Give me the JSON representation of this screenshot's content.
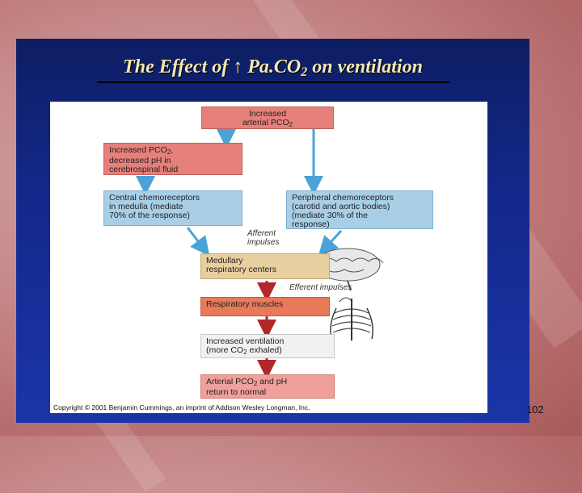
{
  "slide": {
    "title": {
      "prefix": "The Effect of ↑ Pa.CO",
      "subscript": "2",
      "suffix": " on ventilation"
    },
    "page_number": "102"
  },
  "diagram": {
    "boxes": {
      "increased_pco2": {
        "line1": "Increased",
        "line2": "arterial PCO",
        "sub": "2"
      },
      "csf": {
        "line1": "Increased PCO",
        "sub": "2",
        "line1b": ",",
        "line2": "decreased pH in",
        "line3": "cerebrospinal fluid"
      },
      "central": {
        "line1": "Central chemoreceptors",
        "line2": "in medulla (mediate",
        "line3": "70% of the response)"
      },
      "peripheral": {
        "line1": "Peripheral chemoreceptors",
        "line2": "(carotid and aortic bodies)",
        "line3": "(mediate 30% of the",
        "line4": "response)"
      },
      "medullary": {
        "line1": "Medullary",
        "line2": "respiratory centers"
      },
      "muscles": {
        "line1": "Respiratory muscles"
      },
      "ventilation": {
        "line1": "Increased ventilation",
        "line2a": "(more CO",
        "sub": "2",
        "line2b": " exhaled)"
      },
      "return": {
        "line1a": "Arterial PCO",
        "sub": "2",
        "line1b": " and pH",
        "line2": "return to normal"
      }
    },
    "labels": {
      "afferent_1": "Afferent",
      "afferent_2": "impulses",
      "efferent": "Efferent impulses"
    },
    "copyright": "Copyright © 2001 Benjamin Cummings, an imprint of Addison Wesley Longman, Inc."
  },
  "colors": {
    "red_box": "#e6807a",
    "blue_box": "#a9cfe6",
    "tan_box": "#e8cf9f",
    "arrow_blue": "#4aa3d6",
    "arrow_red": "#b3262a"
  }
}
